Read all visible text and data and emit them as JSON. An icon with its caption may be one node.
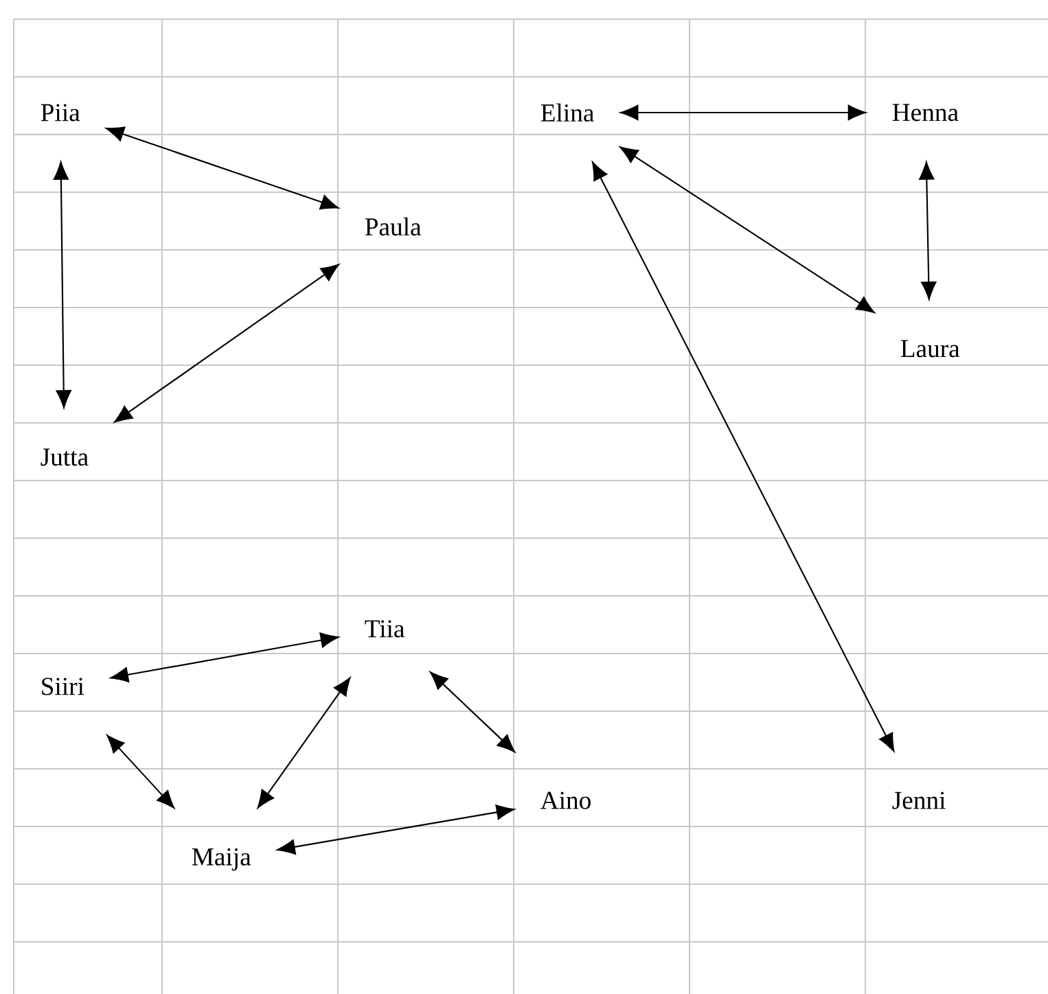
{
  "diagram": {
    "nodes": [
      {
        "text": [
          "Piia"
        ]
      },
      {
        "text": [
          "Paula"
        ]
      },
      {
        "text": [
          "Jutta"
        ]
      },
      {
        "text": [
          "Elina"
        ]
      },
      {
        "text": [
          "Henna"
        ]
      },
      {
        "text": [
          "Laura"
        ]
      },
      {
        "text": [
          "Jenni"
        ]
      },
      {
        "text": [
          "Tiia"
        ]
      },
      {
        "text": [
          "Siiri"
        ]
      },
      {
        "text": [
          "Maija"
        ]
      },
      {
        "text": [
          "Aino"
        ]
      }
    ],
    "edges": [
      {
        "from": 0,
        "to": 1,
        "arrow": "both"
      },
      {
        "from": 0,
        "to": 2,
        "arrow": "both"
      },
      {
        "from": 1,
        "to": 2,
        "arrow": "both"
      },
      {
        "from": 3,
        "to": 4,
        "arrow": "both"
      },
      {
        "from": 3,
        "to": 5,
        "arrow": "both"
      },
      {
        "from": 4,
        "to": 5,
        "arrow": "both"
      },
      {
        "from": 3,
        "to": 6,
        "arrow": "both"
      },
      {
        "from": 8,
        "to": 7,
        "arrow": "both"
      },
      {
        "from": 8,
        "to": 9,
        "arrow": "both"
      },
      {
        "from": 7,
        "to": 9,
        "arrow": "both"
      },
      {
        "from": 7,
        "to": 10,
        "arrow": "both"
      },
      {
        "from": 9,
        "to": 10,
        "arrow": "both"
      }
    ]
  }
}
